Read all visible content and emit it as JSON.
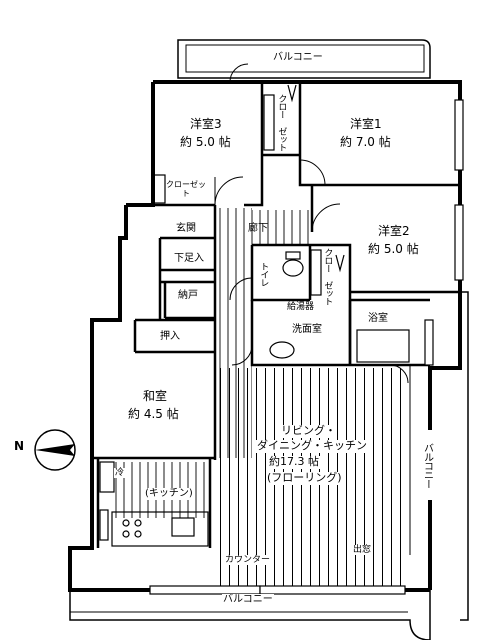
{
  "rooms": {
    "youshitsu3": {
      "name": "洋室3",
      "size": "約 5.0 帖"
    },
    "youshitsu1": {
      "name": "洋室1",
      "size": "約 7.0 帖"
    },
    "youshitsu2": {
      "name": "洋室2",
      "size": "約 5.0 帖"
    },
    "washitsu": {
      "name": "和室",
      "size": "約 4.5 帖"
    },
    "ldk": {
      "line1": "リビング・",
      "line2": "ダイニング・キッチン",
      "size": "約17.3 帖",
      "floor": "(フローリング)"
    },
    "kitchen": "(キッチン)"
  },
  "labels": {
    "genkan": "玄関",
    "rouka": "廊下",
    "geta": "下足入",
    "nando": "納戸",
    "oshiire": "押入",
    "kyuutouki": "給湯器",
    "senmen": "洗面室",
    "yokushitsu": "浴室",
    "toilet": "トイレ",
    "closet_a": "クローゼット",
    "closet_b": "クロー ゼット",
    "closet_c": "クロー ゼット",
    "rei": "冷",
    "counter": "カウンター",
    "demado": "出窓",
    "balcony_top": "バルコニー",
    "balcony_right": "バルコニー",
    "balcony_bottom": "バルコニー",
    "compass_n": "N"
  }
}
